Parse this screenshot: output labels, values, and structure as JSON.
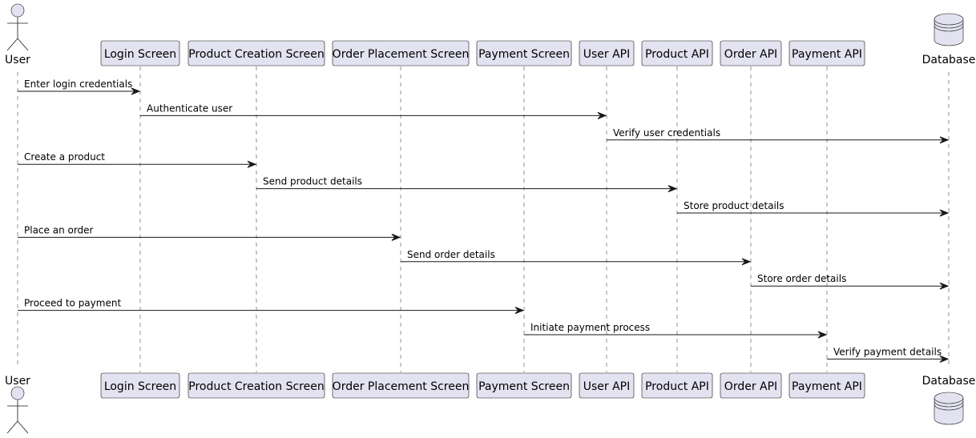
{
  "participants": [
    {
      "id": "user",
      "label": "User",
      "kind": "actor"
    },
    {
      "id": "login",
      "label": "Login Screen",
      "kind": "participant"
    },
    {
      "id": "product_creation",
      "label": "Product Creation Screen",
      "kind": "participant"
    },
    {
      "id": "order_placement",
      "label": "Order Placement Screen",
      "kind": "participant"
    },
    {
      "id": "payment_screen",
      "label": "Payment Screen",
      "kind": "participant"
    },
    {
      "id": "user_api",
      "label": "User API",
      "kind": "participant"
    },
    {
      "id": "product_api",
      "label": "Product API",
      "kind": "participant"
    },
    {
      "id": "order_api",
      "label": "Order API",
      "kind": "participant"
    },
    {
      "id": "payment_api",
      "label": "Payment API",
      "kind": "participant"
    },
    {
      "id": "database",
      "label": "Database",
      "kind": "database"
    }
  ],
  "messages": [
    {
      "from": "user",
      "to": "login",
      "text": "Enter login credentials"
    },
    {
      "from": "login",
      "to": "user_api",
      "text": "Authenticate user"
    },
    {
      "from": "user_api",
      "to": "database",
      "text": "Verify user credentials"
    },
    {
      "from": "user",
      "to": "product_creation",
      "text": "Create a product"
    },
    {
      "from": "product_creation",
      "to": "product_api",
      "text": "Send product details"
    },
    {
      "from": "product_api",
      "to": "database",
      "text": "Store product details"
    },
    {
      "from": "user",
      "to": "order_placement",
      "text": "Place an order"
    },
    {
      "from": "order_placement",
      "to": "order_api",
      "text": "Send order details"
    },
    {
      "from": "order_api",
      "to": "database",
      "text": "Store order details"
    },
    {
      "from": "user",
      "to": "payment_screen",
      "text": "Proceed to payment"
    },
    {
      "from": "payment_screen",
      "to": "payment_api",
      "text": "Initiate payment process"
    },
    {
      "from": "payment_api",
      "to": "database",
      "text": "Verify payment details"
    }
  ]
}
